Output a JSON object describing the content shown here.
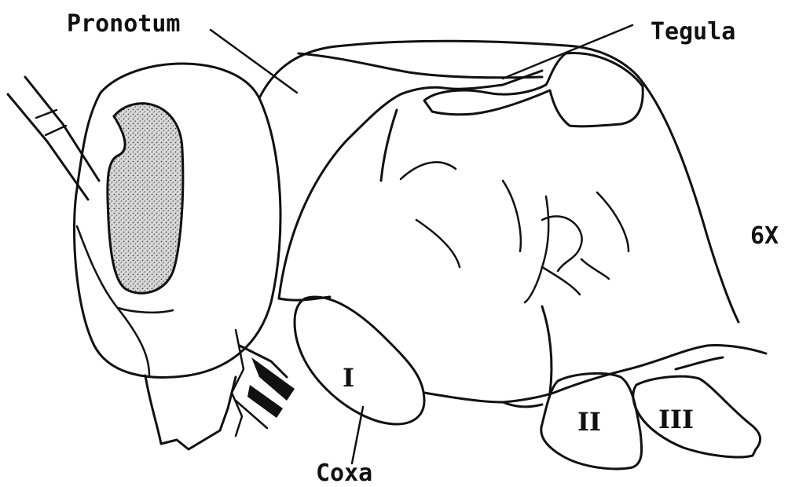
{
  "labels": {
    "pronotum": "Pronotum",
    "tegula": "Tegula",
    "coxa": "Coxa",
    "magnification": "6X",
    "coxa_1": "I",
    "coxa_2": "II",
    "coxa_3": "III"
  },
  "colors": {
    "ink": "#111111",
    "background": "#ffffff",
    "eye_stipple": "#555555"
  }
}
